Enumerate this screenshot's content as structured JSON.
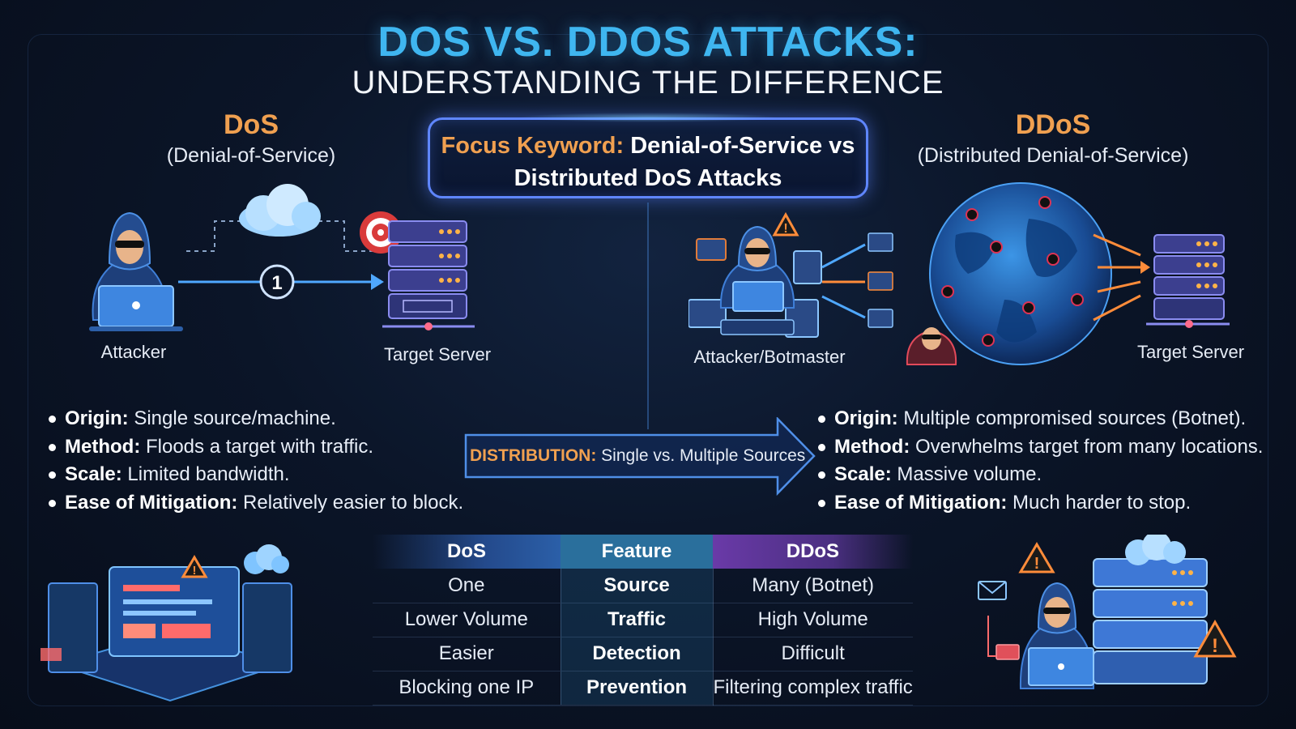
{
  "header": {
    "title": "DOS VS. DDOS ATTACKS:",
    "subtitle": "UNDERSTANDING THE DIFFERENCE"
  },
  "focus": {
    "key": "Focus Keyword:",
    "line1": "Denial-of-Service vs",
    "line2": "Distributed DoS Attacks"
  },
  "dos": {
    "heading": "DoS",
    "subheading": "(Denial-of-Service)",
    "attacker_label": "Attacker",
    "server_label": "Target Server",
    "step_number": "1",
    "bullets": [
      {
        "key": "Origin:",
        "text": "Single source/machine."
      },
      {
        "key": "Method:",
        "text": "Floods a target with traffic."
      },
      {
        "key": "Scale:",
        "text": "Limited bandwidth."
      },
      {
        "key": "Ease of Mitigation:",
        "text": "Relatively easier to block."
      }
    ]
  },
  "ddos": {
    "heading": "DDoS",
    "subheading": "(Distributed Denial-of-Service)",
    "attacker_label": "Attacker/Botmaster",
    "server_label": "Target Server",
    "bullets": [
      {
        "key": "Origin:",
        "text": "Multiple compromised sources (Botnet)."
      },
      {
        "key": "Method:",
        "text": "Overwhelms target from many locations."
      },
      {
        "key": "Scale:",
        "text": "Massive volume."
      },
      {
        "key": "Ease of Mitigation:",
        "text": "Much harder to stop."
      }
    ]
  },
  "distribution": {
    "key": "DISTRIBUTION:",
    "text": "Single vs. Multiple Sources"
  },
  "table": {
    "headers": [
      "DoS",
      "Feature",
      "DDoS"
    ],
    "rows": [
      [
        "One",
        "Source",
        "Many (Botnet)"
      ],
      [
        "Lower Volume",
        "Traffic",
        "High Volume"
      ],
      [
        "Easier",
        "Detection",
        "Difficult"
      ],
      [
        "Blocking one IP",
        "Prevention",
        "Filtering complex traffic"
      ]
    ]
  },
  "icons": [
    "hooded-attacker-icon",
    "laptop-icon",
    "cloud-icon",
    "target-icon",
    "server-rack-icon",
    "globe-icon",
    "warning-icon",
    "bot-icon",
    "email-icon"
  ],
  "colors": {
    "title": "#3fb6f0",
    "accent_orange": "#f0a050",
    "focus_border": "#5f86ff",
    "background": "#0b1528"
  }
}
